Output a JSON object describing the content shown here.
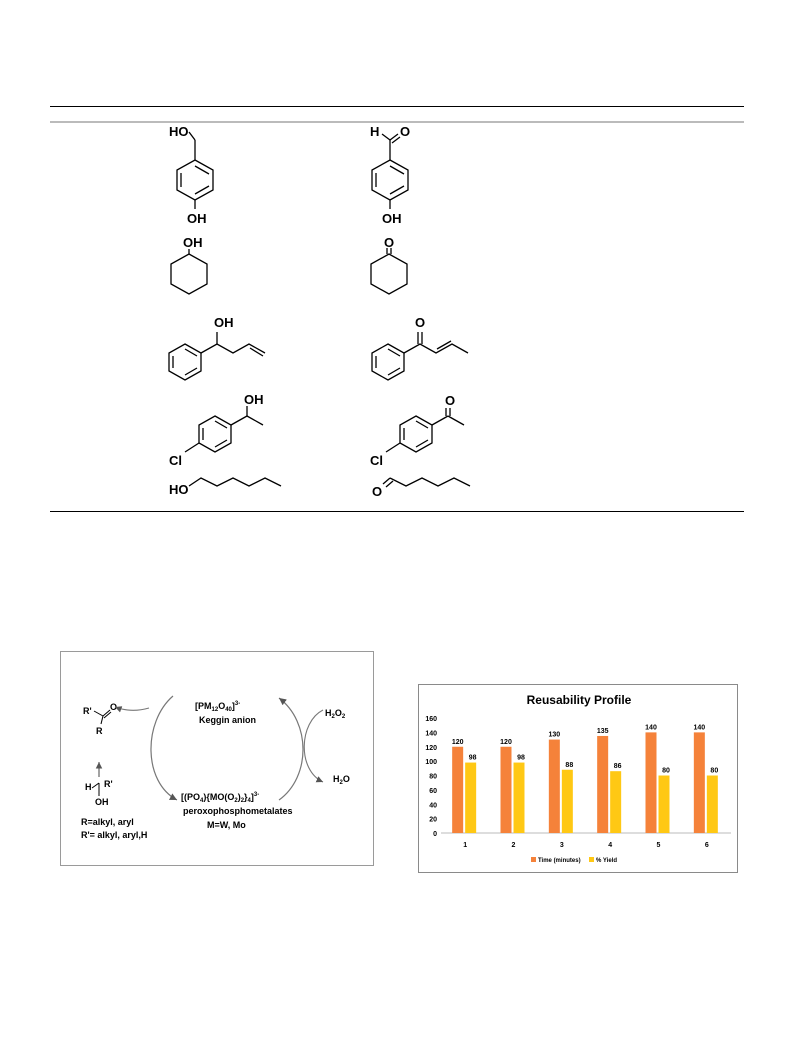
{
  "table": {
    "rows": [
      {
        "substrate": "4-hydroxybenzyl alcohol",
        "product": "4-hydroxybenzaldehyde",
        "substrate_atoms": [
          "HO",
          "OH"
        ],
        "product_atoms": [
          "H",
          "O",
          "OH"
        ]
      },
      {
        "substrate": "cyclohexanol",
        "product": "cyclohexanone",
        "substrate_atoms": [
          "OH"
        ],
        "product_atoms": [
          "O"
        ]
      },
      {
        "substrate": "1-phenylbut-3-en-1-ol",
        "product": "1-phenylbut-2-en-1-one",
        "substrate_atoms": [
          "OH"
        ],
        "product_atoms": [
          "O"
        ]
      },
      {
        "substrate": "1-(4-chlorophenyl)ethanol",
        "product": "4-chloroacetophenone",
        "substrate_atoms": [
          "OH",
          "Cl"
        ],
        "product_atoms": [
          "O",
          "Cl"
        ]
      },
      {
        "substrate": "hexan-1-ol",
        "product": "hexanal",
        "substrate_atoms": [
          "HO"
        ],
        "product_atoms": [
          "O"
        ]
      }
    ]
  },
  "scheme": {
    "product_r_prime": "R'",
    "product_o": "O",
    "product_r": "R",
    "substrate_h": "H",
    "substrate_r_prime": "R'",
    "substrate_oh": "OH",
    "keggin_formula_base": "[PM",
    "keggin_sub1": "12",
    "keggin_mid": "O",
    "keggin_sub2": "40",
    "keggin_close": "]",
    "keggin_charge": "3-",
    "keggin_name": "Keggin anion",
    "peroxo_formula_a": "[(PO",
    "peroxo_sub1": "4",
    "peroxo_formula_b": "){MO(O",
    "peroxo_sub2": "2",
    "peroxo_formula_c": ")",
    "peroxo_sub3": "2",
    "peroxo_formula_d": "}",
    "peroxo_sub4": "4",
    "peroxo_formula_e": "]",
    "peroxo_charge": "3-",
    "peroxo_name": "peroxophosphometalates",
    "metals": "M=W, Mo",
    "h2o2_h": "H",
    "h2o2_sub": "2",
    "h2o2_o": "O",
    "h2o2_sub2": "2",
    "h2o_h": "H",
    "h2o_sub": "2",
    "h2o_o": "O",
    "r_def": "R=alkyl, aryl",
    "rprime_def": "R'= alkyl, aryl,H"
  },
  "chart_data": {
    "type": "bar",
    "title": "Reusability Profile",
    "categories": [
      "1",
      "2",
      "3",
      "4",
      "5",
      "6"
    ],
    "series": [
      {
        "name": "Time (minutes)",
        "values": [
          120,
          120,
          130,
          135,
          140,
          140
        ],
        "color": "#f5823a"
      },
      {
        "name": "% Yield",
        "values": [
          98,
          98,
          88,
          86,
          80,
          80
        ],
        "color": "#ffc814"
      }
    ],
    "ylim": [
      0,
      160
    ],
    "yticks": [
      "0",
      "20",
      "40",
      "60",
      "80",
      "100",
      "120",
      "140",
      "160"
    ],
    "legend": "bottom",
    "grid": false
  }
}
